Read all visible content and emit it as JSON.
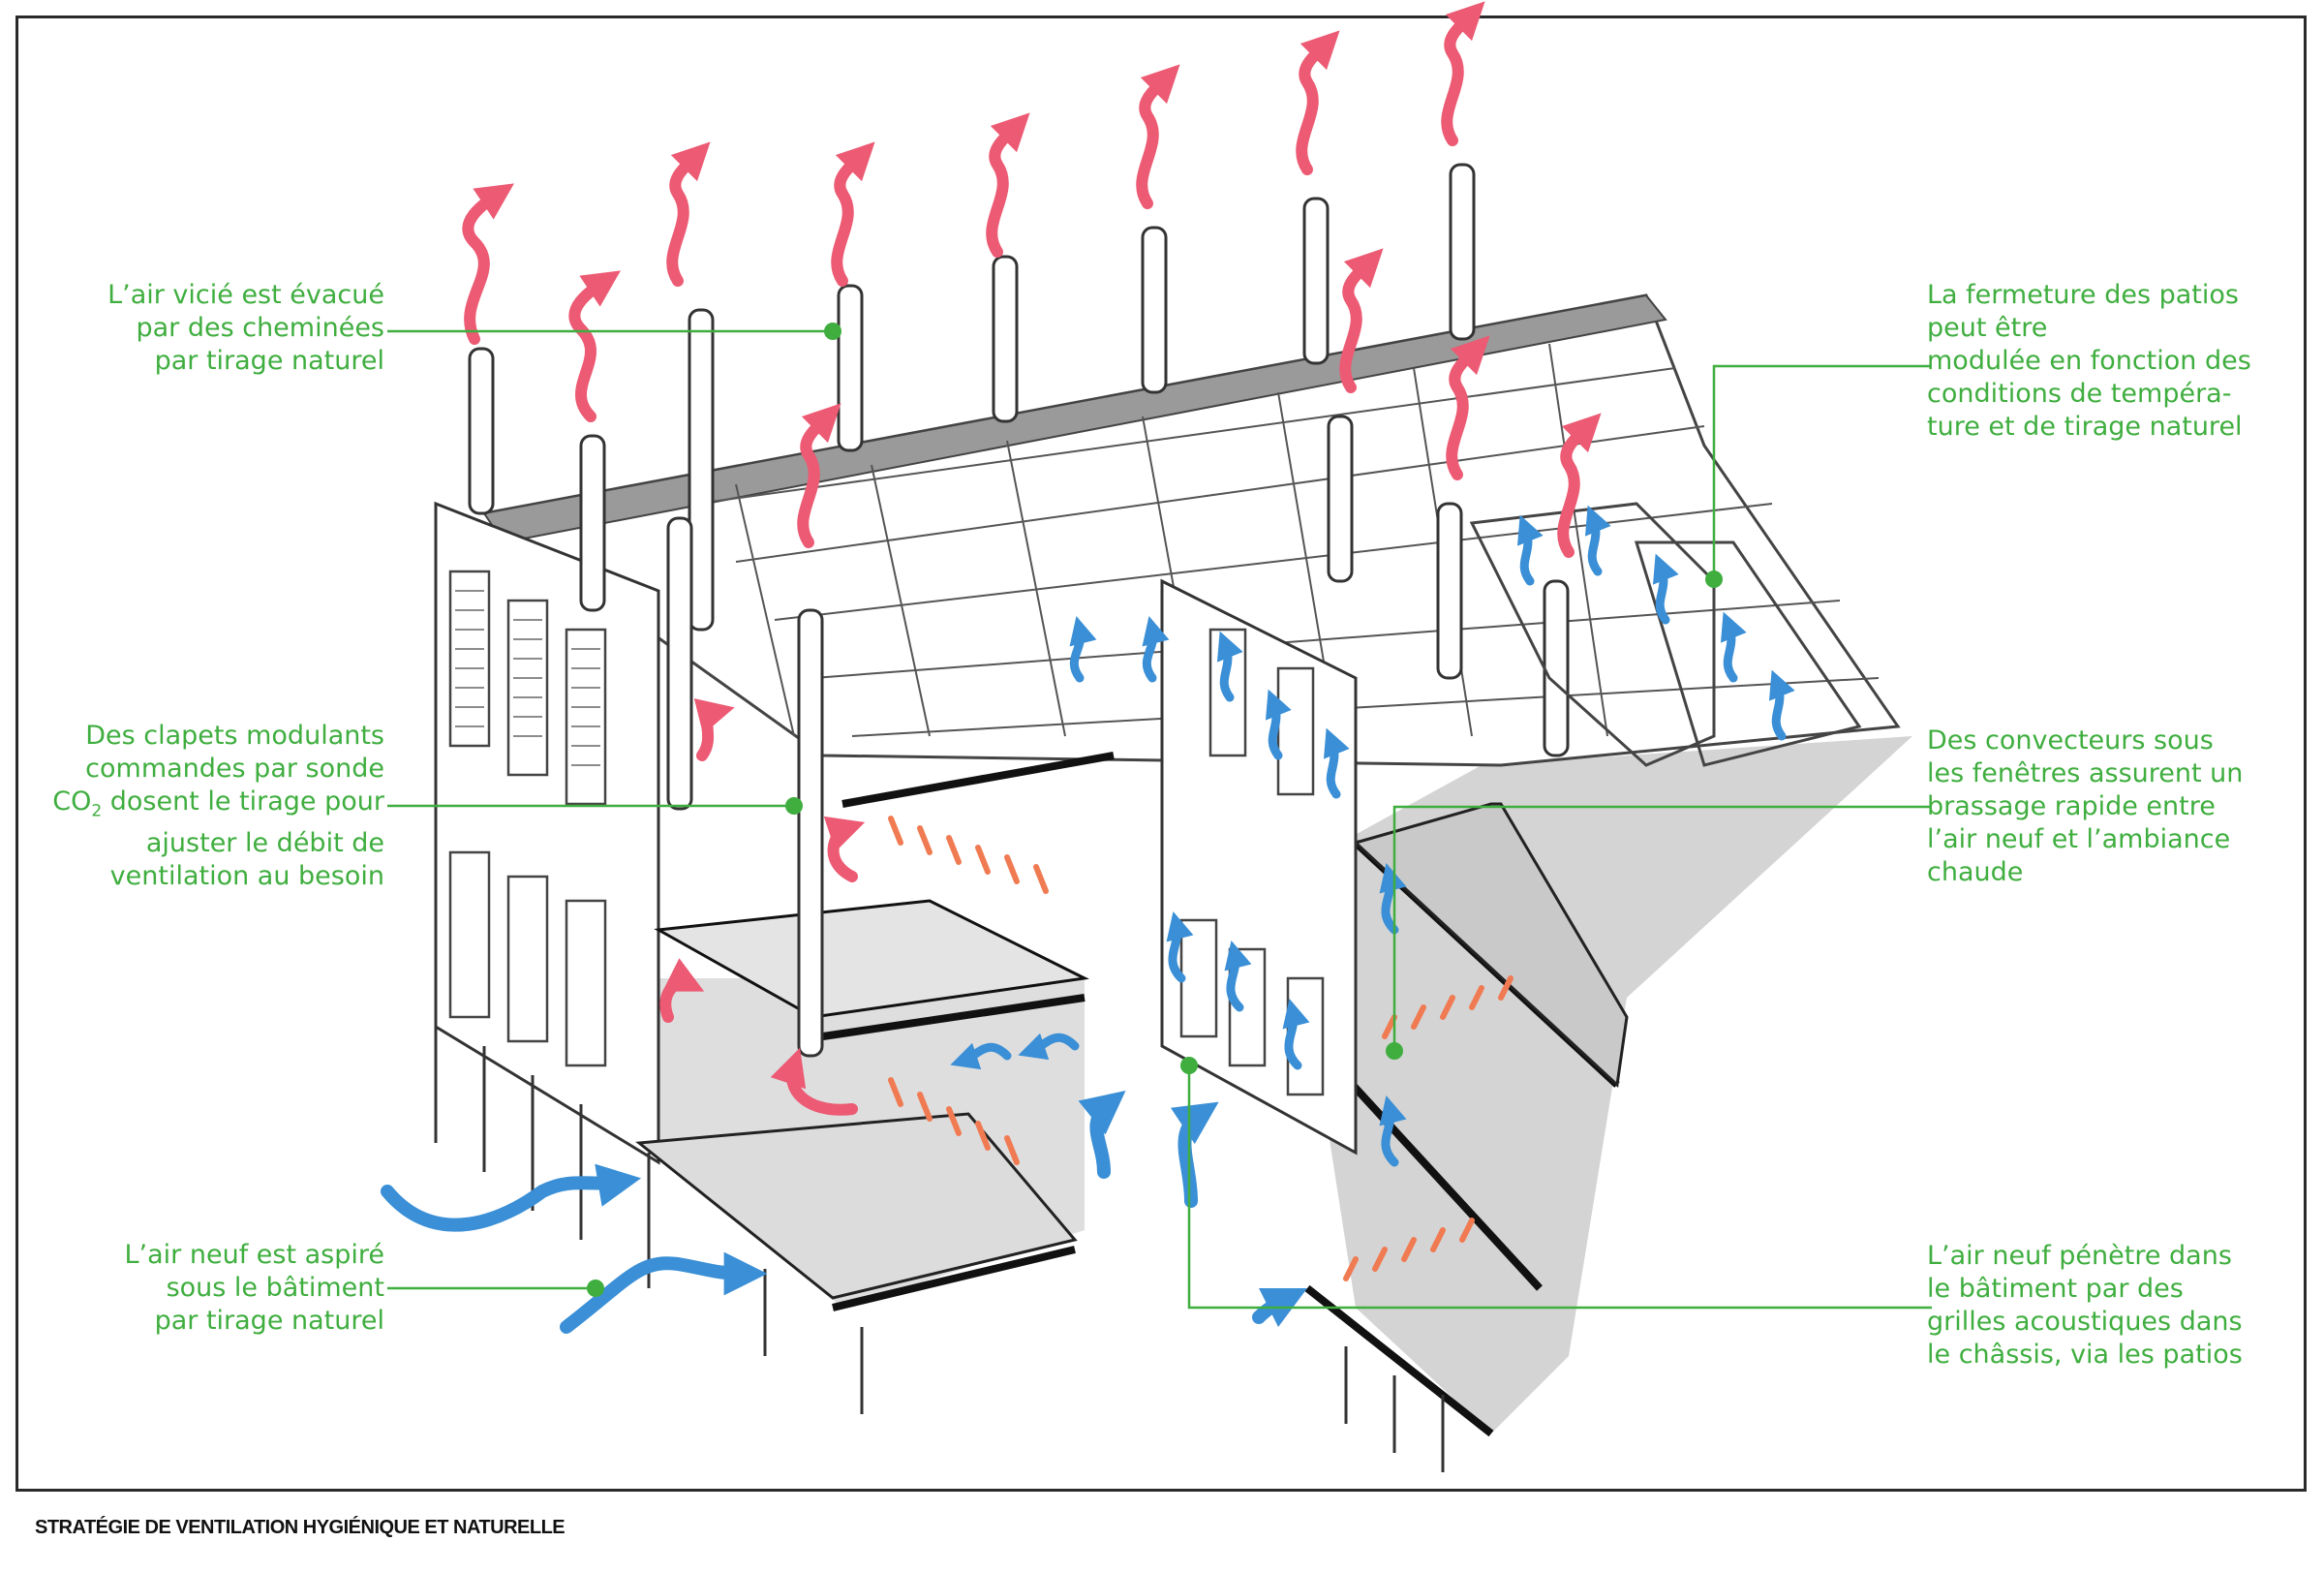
{
  "colors": {
    "exhaust_arrow": "#ec5a73",
    "fresh_air_arrow": "#3a8fd6",
    "convector_heat": "#f07b52",
    "annotation_green": "#3fae3f",
    "shadow_gray": "#c8c8c8"
  },
  "annotations": {
    "exhaust": "L’air vicié est évacué\npar des cheminées\npar tirage naturel",
    "dampers_before": "Des clapets modulants\ncommandes par sonde\nCO",
    "dampers_sub": "2",
    "dampers_after": " dosent le tirage pour\najuster le débit de\nventilation au besoin",
    "intake": "L’air neuf est aspiré\nsous le bâtiment\npar tirage naturel",
    "patios": "La fermeture des patios\npeut être\nmodulée en fonction des\nconditions de tempéra-\nture et de tirage naturel",
    "convectors": "Des convecteurs sous\nles fenêtres assurent un\nbrassage rapide entre\nl’air neuf et l’ambiance\nchaude",
    "acoustic_grilles": "L’air neuf pénètre dans\nle bâtiment par des\ngrilles acoustiques dans\nle châssis, via les patios"
  },
  "caption": "STRATÉGIE DE VENTILATION HYGIÉNIQUE ET NATURELLE"
}
